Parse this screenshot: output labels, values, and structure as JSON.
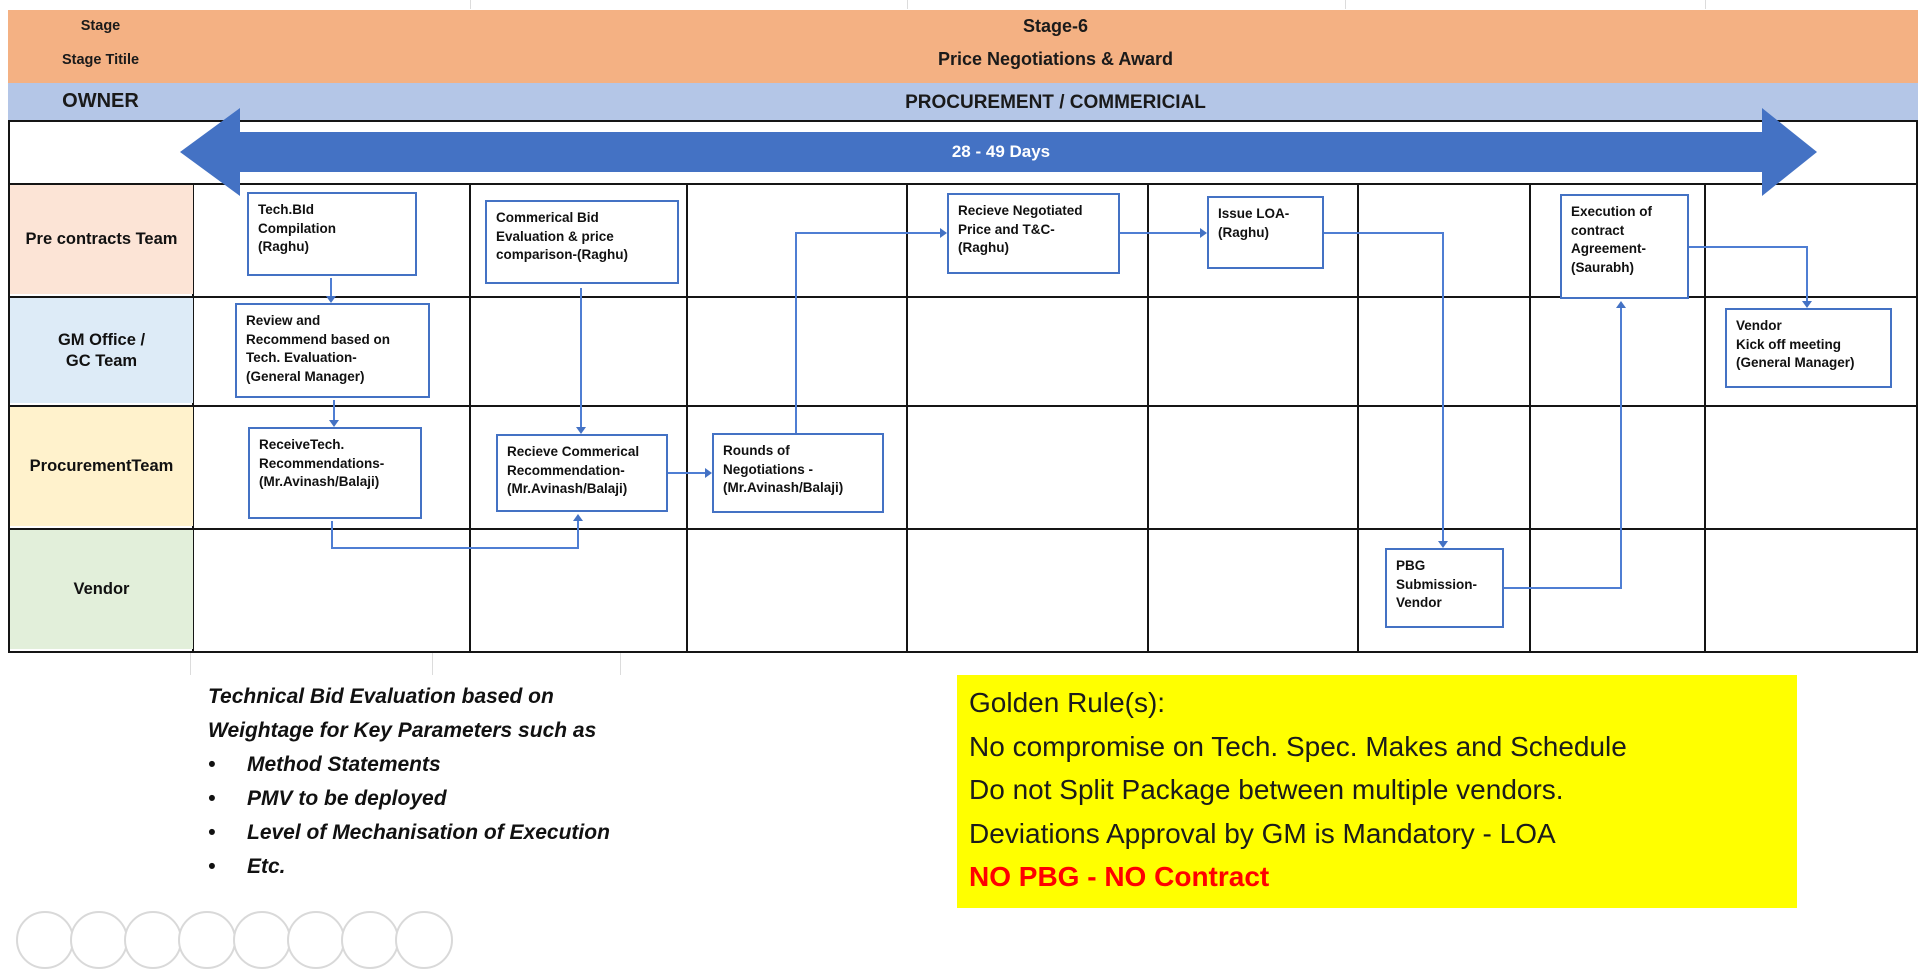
{
  "header": {
    "stage_label": "Stage",
    "stage_title_label": "Stage Titile",
    "stage_value": "Stage-6",
    "stage_title_value": "Price Negotiations & Award",
    "owner_label": "OWNER",
    "owner_value": "PROCUREMENT / COMMERICIAL",
    "duration": "28 - 49 Days"
  },
  "lanes": [
    {
      "id": "pre-contracts-team",
      "label": "Pre contracts Team",
      "color": "#FCE4D6"
    },
    {
      "id": "gm-office-gc-team",
      "label": "GM Office /\nGC Team",
      "color": "#DDEBF7"
    },
    {
      "id": "procurement-team",
      "label": "ProcurementTeam",
      "color": "#FFF2CC"
    },
    {
      "id": "vendor",
      "label": "Vendor",
      "color": "#E2EFDA"
    }
  ],
  "process_boxes": [
    {
      "id": "tech-bid-compilation",
      "lane": "Pre contracts Team",
      "text": "Tech.BId\nCompilation\n(Raghu)"
    },
    {
      "id": "commercial-bid-evaluation",
      "lane": "Pre contracts Team",
      "text": "Commerical Bid\nEvaluation & price\ncomparison-(Raghu)"
    },
    {
      "id": "receive-negotiated-price",
      "lane": "Pre contracts Team",
      "text": "Recieve Negotiated\nPrice and T&C-\n(Raghu)"
    },
    {
      "id": "issue-loa",
      "lane": "Pre contracts Team",
      "text": "Issue LOA-\n(Raghu)"
    },
    {
      "id": "execution-of-contract",
      "lane": "Pre contracts Team",
      "text": "Execution of\ncontract\nAgreement-\n(Saurabh)"
    },
    {
      "id": "review-and-recommend",
      "lane": "GM Office / GC Team",
      "text": "Review and\nRecommend based on\nTech. Evaluation-\n(General Manager)"
    },
    {
      "id": "vendor-kickoff-meeting",
      "lane": "GM Office / GC Team",
      "text": "Vendor\nKick off meeting\n(General Manager)"
    },
    {
      "id": "receive-tech-recommendations",
      "lane": "ProcurementTeam",
      "text": "ReceiveTech.\nRecommendations-\n(Mr.Avinash/Balaji)"
    },
    {
      "id": "receive-commercial-recommendation",
      "lane": "ProcurementTeam",
      "text": "Recieve Commerical\nRecommendation-\n(Mr.Avinash/Balaji)"
    },
    {
      "id": "rounds-of-negotiations",
      "lane": "ProcurementTeam",
      "text": "Rounds of\nNegotiations -\n(Mr.Avinash/Balaji)"
    },
    {
      "id": "pbg-submission",
      "lane": "Vendor",
      "text": "PBG\nSubmission-\nVendor"
    }
  ],
  "notes": {
    "bullet_char": "•",
    "heading_lines": [
      "Technical Bid Evaluation based on",
      "Weightage for Key Parameters such as"
    ],
    "bullets": [
      "Method Statements",
      "PMV to be deployed",
      "Level of Mechanisation of Execution",
      "Etc."
    ]
  },
  "golden_rules": {
    "lines": [
      "Golden Rule(s):",
      "No compromise on Tech. Spec. Makes and Schedule",
      "Do not Split Package between multiple vendors.",
      "Deviations Approval by GM is Mandatory - LOA",
      "NO PBG - NO Contract"
    ]
  },
  "colors": {
    "accent_blue": "#4472C4",
    "connector_blue": "#4F7ED3",
    "header_orange": "#F4B183",
    "owner_band_blue": "#B4C6E7",
    "lane_pre_contracts": "#FCE4D6",
    "lane_gm_office": "#DDEBF7",
    "lane_procurement": "#FFF2CC",
    "lane_vendor": "#E2EFDA",
    "highlight_yellow": "#FFFF00",
    "alert_red": "#FF0000"
  }
}
